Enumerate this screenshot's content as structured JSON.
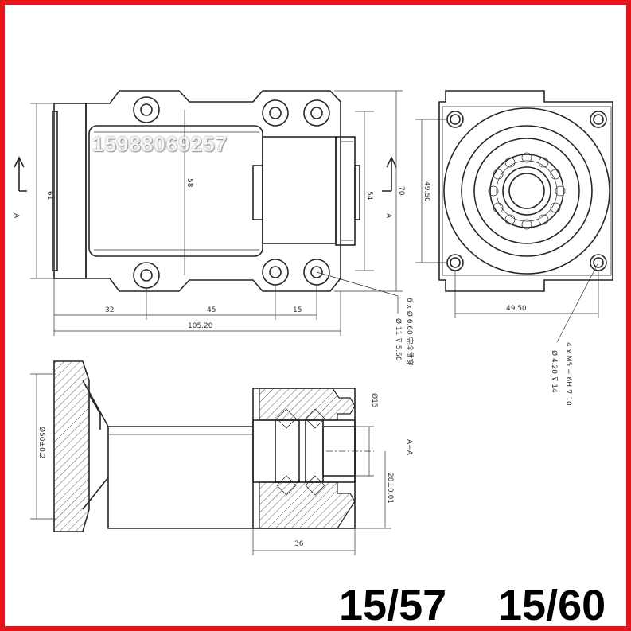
{
  "colors": {
    "border": "#e8141c",
    "line": "#262626"
  },
  "watermark": "15988069257",
  "labels": {
    "left_model": "15/57",
    "right_model": "15/60"
  },
  "front_view": {
    "dims": {
      "total_length": "105.20",
      "seg_a": "32",
      "seg_b": "45",
      "seg_c": "15",
      "height_outer": "70",
      "height_body": "61",
      "height_inner": "58",
      "height_mid": "54"
    },
    "section_mark": "A",
    "hole_callout": [
      "6 x Ø 6.60 完全贯穿",
      "Ø 11 ⊽ 5.50"
    ]
  },
  "end_view": {
    "dims": {
      "width": "49.50",
      "height": "49.50"
    },
    "hole_callout": [
      "4 x M5 − 6H ⊽ 10",
      "Ø 4.20 ⊽ 14"
    ]
  },
  "section_view": {
    "title": "A−A",
    "dims": {
      "flange_dia": "Ø50±0.2",
      "bore": "Ø15",
      "center_height": "28±0.01",
      "bearing_width": "36"
    }
  }
}
